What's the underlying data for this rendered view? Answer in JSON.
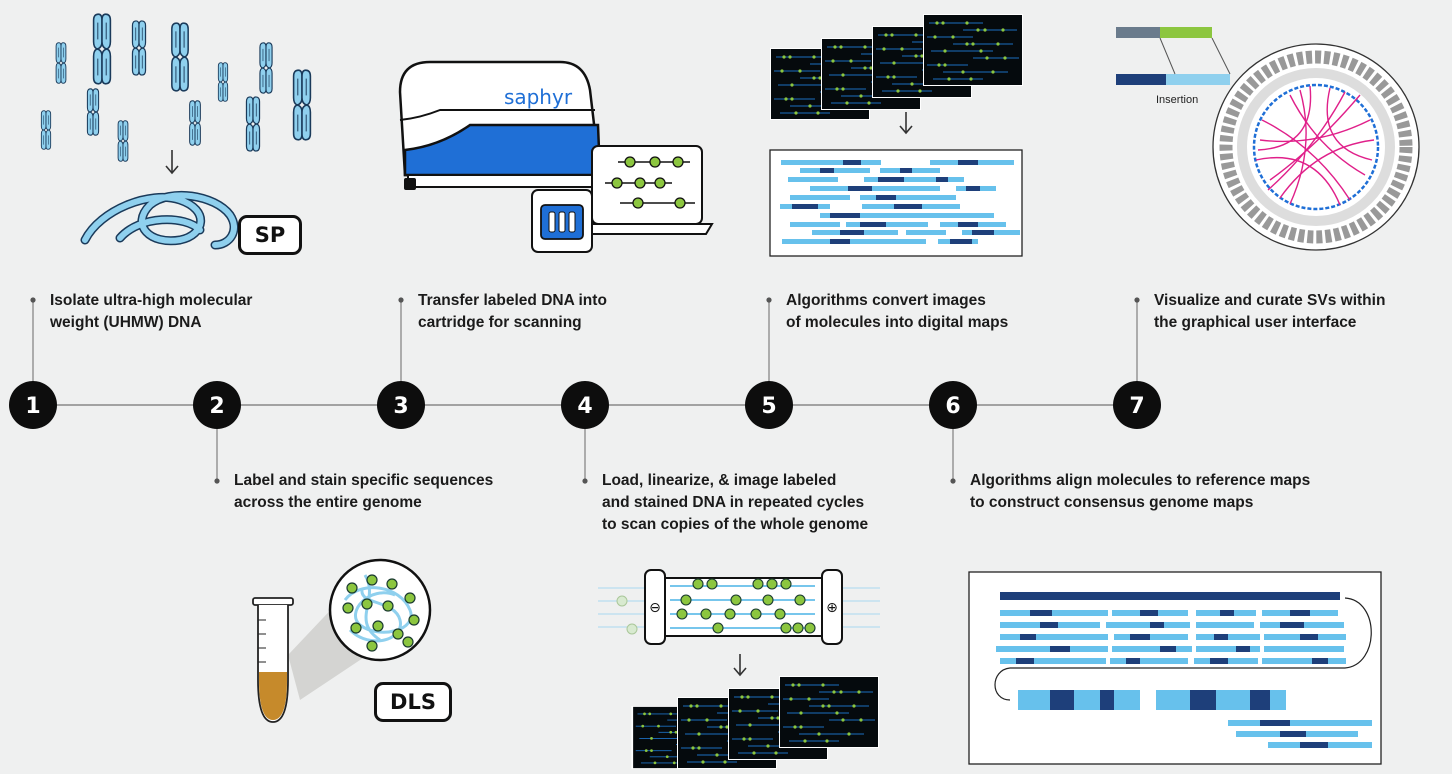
{
  "steps": [
    {
      "num": "1",
      "text": "Isolate ultra-high molecular\nweight (UHMW) DNA"
    },
    {
      "num": "2",
      "text": "Label and stain specific sequences\nacross the entire genome"
    },
    {
      "num": "3",
      "text": "Transfer labeled DNA into\ncartridge for scanning"
    },
    {
      "num": "4",
      "text": "Load, linearize, & image labeled\nand stained DNA in repeated cycles\nto scan copies of the whole genome"
    },
    {
      "num": "5",
      "text": "Algorithms convert images\nof molecules into digital maps"
    },
    {
      "num": "6",
      "text": "Algorithms align molecules to reference maps\nto construct consensus genome maps"
    },
    {
      "num": "7",
      "text": "Visualize and curate SVs within\nthe graphical user interface"
    }
  ],
  "badges": {
    "sp": "SP",
    "dls": "DLS"
  },
  "device": {
    "brand": "saphyr"
  },
  "circos": {
    "insertion_label": "Insertion"
  },
  "chamber": {
    "minus": "⊖",
    "plus": "⊕"
  },
  "colors": {
    "timeline": "#888888",
    "node": "#0d0d0d",
    "chromosome": "#8fd0ee",
    "outline": "#1a3a5a",
    "label_dot": "#8cc63f",
    "molecule_blue": "#4ab3e6",
    "device_blue": "#1f6fd6",
    "circos_links": "#e0208a",
    "map_dark": "#1e3f7a",
    "background": "#eff0f0"
  },
  "icons": [
    "down-arrow-icon",
    "chromosome-icon",
    "knot-icon",
    "tube-icon",
    "cartridge-icon",
    "laptop-icon",
    "device-icon",
    "circos-plot-icon"
  ]
}
